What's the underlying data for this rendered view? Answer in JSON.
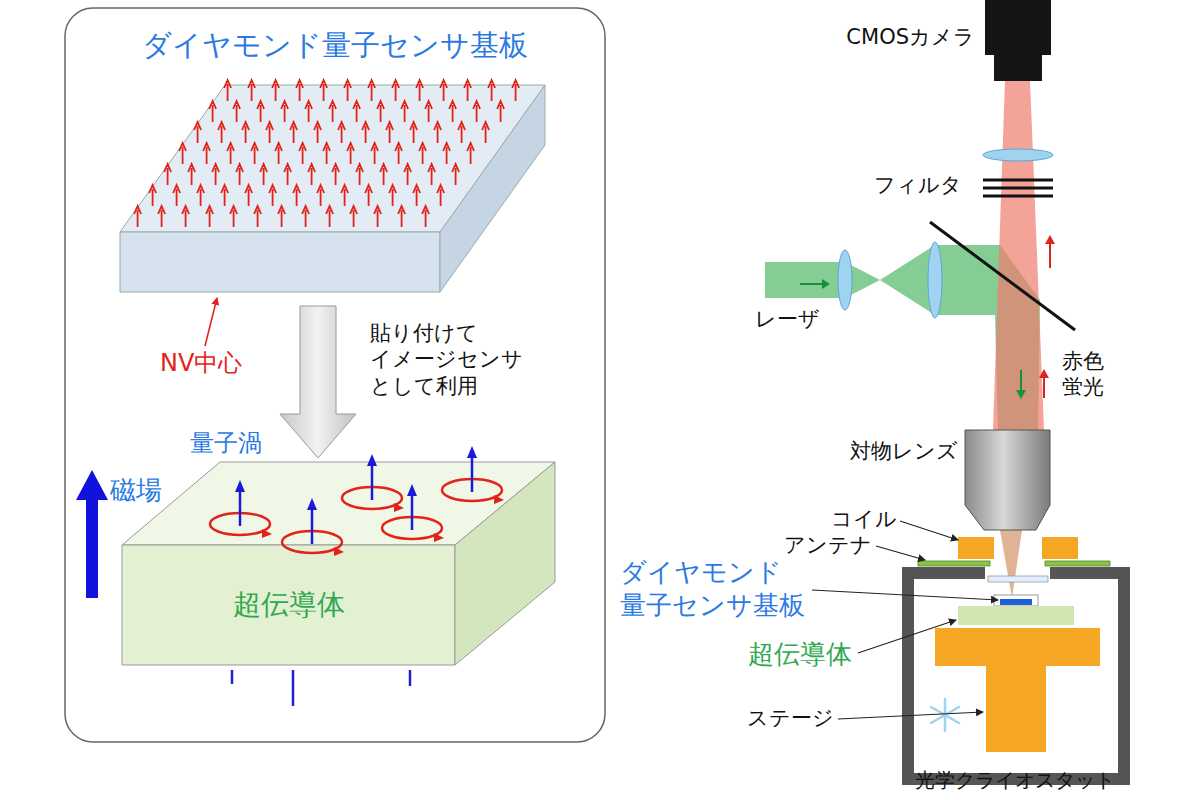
{
  "diagram": {
    "nodes": [
      {
        "text": [
          "ダイヤモンド量子センサ基板"
        ]
      },
      {
        "text": [
          "超伝導体"
        ]
      }
    ],
    "edges": [
      {
        "from": 0,
        "to": 1,
        "arrow": "to",
        "label": "貼り付けて イメージセンサ として利用"
      }
    ],
    "labels": [
      "NV中心",
      "量子渦",
      "磁場",
      "CMOSカメラ",
      "フィルタ",
      "レーザ",
      "赤色 蛍光",
      "対物レンズ",
      "コイル",
      "アンテナ",
      "ダイヤモンド 量子センサ基板",
      "超伝導体",
      "ステージ",
      "光学クライオスタット"
    ]
  }
}
